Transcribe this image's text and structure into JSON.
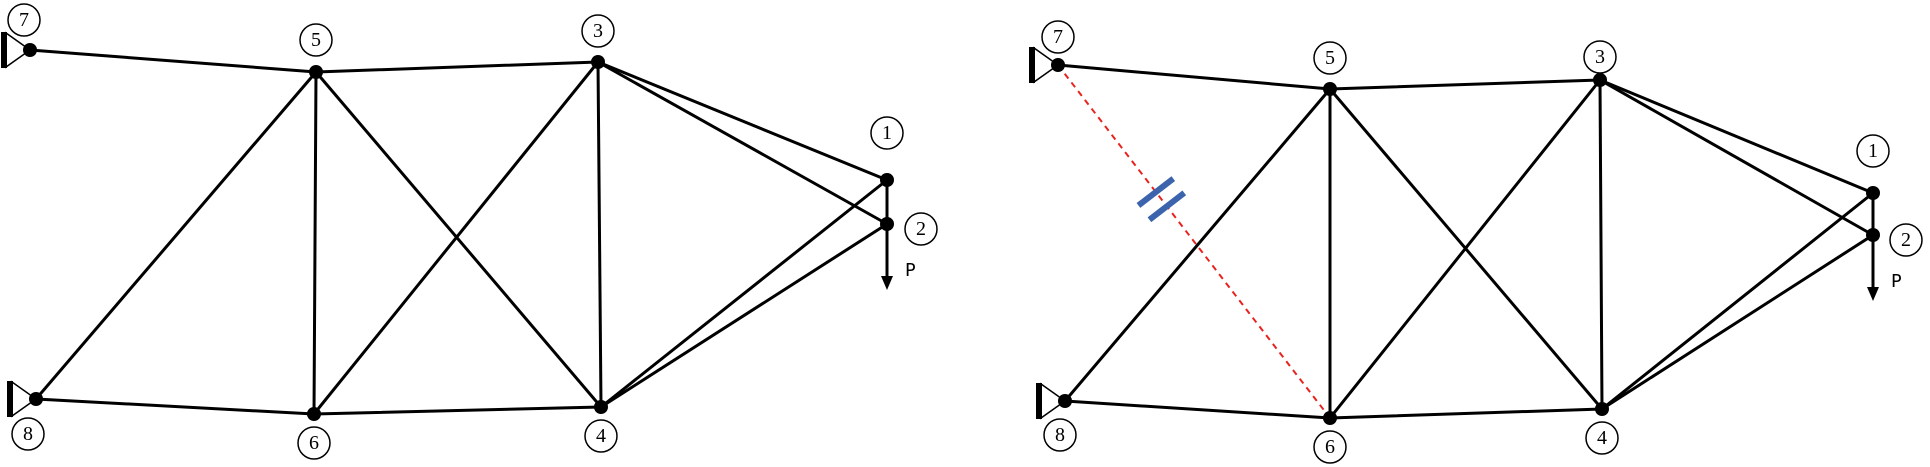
{
  "diagrams": [
    {
      "name": "original-truss",
      "node_labels": [
        "1",
        "2",
        "3",
        "4",
        "5",
        "6",
        "7",
        "8"
      ],
      "members": [
        [
          "7",
          "5"
        ],
        [
          "5",
          "3"
        ],
        [
          "3",
          "1"
        ],
        [
          "3",
          "2"
        ],
        [
          "5",
          "6"
        ],
        [
          "5",
          "4"
        ],
        [
          "5",
          "8"
        ],
        [
          "3",
          "4"
        ],
        [
          "3",
          "6"
        ],
        [
          "1",
          "2"
        ],
        [
          "1",
          "4"
        ],
        [
          "2",
          "4"
        ],
        [
          "8",
          "6"
        ],
        [
          "6",
          "4"
        ]
      ],
      "removed_members": [],
      "supports": [
        {
          "node": "7",
          "type": "pin"
        },
        {
          "node": "8",
          "type": "pin"
        }
      ],
      "load": {
        "node": "2",
        "label": "P",
        "direction": "down"
      }
    },
    {
      "name": "modified-truss",
      "node_labels": [
        "1",
        "2",
        "3",
        "4",
        "5",
        "6",
        "7",
        "8"
      ],
      "members": [
        [
          "7",
          "5"
        ],
        [
          "5",
          "3"
        ],
        [
          "3",
          "1"
        ],
        [
          "3",
          "2"
        ],
        [
          "5",
          "6"
        ],
        [
          "5",
          "4"
        ],
        [
          "5",
          "8"
        ],
        [
          "3",
          "4"
        ],
        [
          "3",
          "6"
        ],
        [
          "1",
          "2"
        ],
        [
          "1",
          "4"
        ],
        [
          "2",
          "4"
        ],
        [
          "8",
          "6"
        ],
        [
          "6",
          "4"
        ]
      ],
      "removed_members": [
        [
          "7",
          "6"
        ]
      ],
      "supports": [
        {
          "node": "7",
          "type": "pin"
        },
        {
          "node": "8",
          "type": "pin"
        }
      ],
      "load": {
        "node": "2",
        "label": "P",
        "direction": "down"
      }
    }
  ],
  "colors": {
    "member": "#000000",
    "removed_member": "#e8231f",
    "cut_mark": "#3b64ad"
  }
}
